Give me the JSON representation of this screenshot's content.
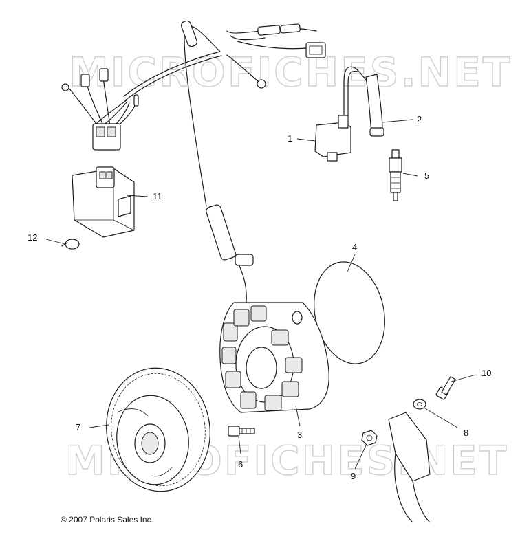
{
  "watermark": {
    "top": "MICROFICHES.NET",
    "bottom": "MICROFICHES.NET"
  },
  "copyright": "© 2007 Polaris Sales Inc.",
  "callouts": {
    "c1": "1",
    "c2": "2",
    "c3": "3",
    "c4": "4",
    "c5": "5",
    "c6": "6",
    "c7": "7",
    "c8": "8",
    "c9": "9",
    "c10": "10",
    "c11": "11",
    "c12": "12"
  }
}
